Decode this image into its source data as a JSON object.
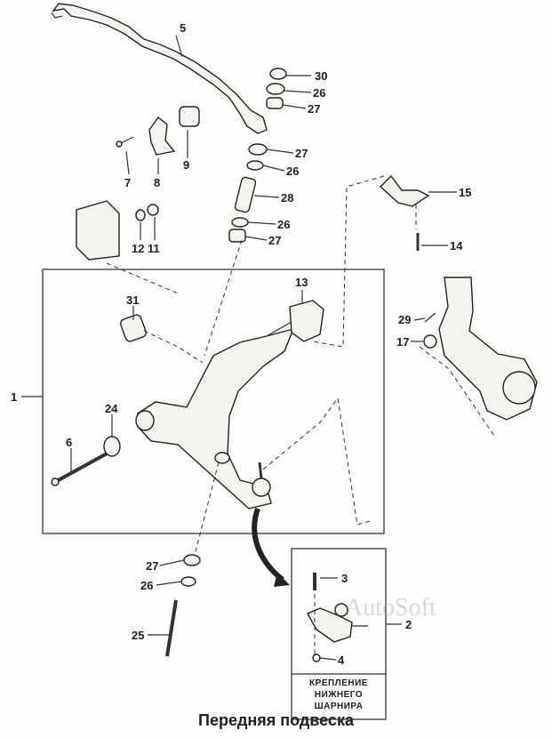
{
  "title": "Передняя подвеска",
  "watermark": "AutoSoft",
  "inset_note": [
    "КРЕПЛЕНИЕ",
    "НИЖНЕГО",
    "ШАРНИРА"
  ],
  "callouts": {
    "c1": "1",
    "c2": "2",
    "c3": "3",
    "c4": "4",
    "c5": "5",
    "c6": "6",
    "c7": "7",
    "c8": "8",
    "c9": "9",
    "c11": "11",
    "c12": "12",
    "c13": "13",
    "c14": "14",
    "c15": "15",
    "c17": "17",
    "c24": "24",
    "c25": "25",
    "c26a": "26",
    "c26b": "26",
    "c26c": "26",
    "c26d": "26",
    "c27a": "27",
    "c27b": "27",
    "c27c": "27",
    "c27d": "27",
    "c28": "28",
    "c29": "29",
    "c30": "30",
    "c31": "31"
  }
}
